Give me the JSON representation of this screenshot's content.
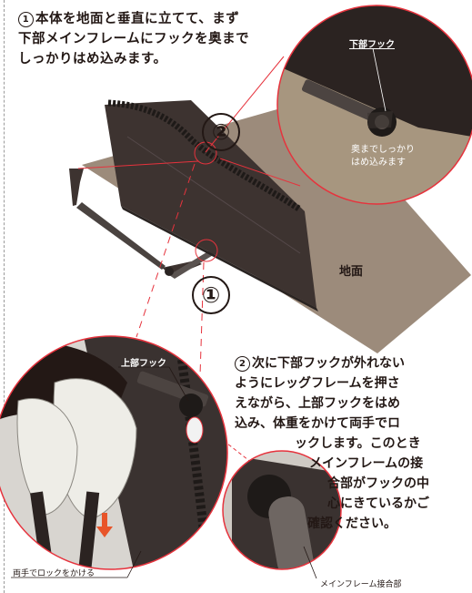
{
  "step1": {
    "badge": "1",
    "text": "本体を地面と垂直に立てて、まず下部メインフレームにフックを奥までしっかりはめ込みます。"
  },
  "step2": {
    "badge": "2",
    "lines": [
      "次に下部フックが外れない",
      "ようにレッグフレームを押さ",
      "えながら、上部フックをはめ",
      "込み、体重をかけて両手でロ",
      "ックします。このとき",
      "メインフレームの接",
      "合部がフックの中",
      "心にきているかご",
      "確認ください。"
    ]
  },
  "labels": {
    "lower_hook": "下部フック",
    "insert_fully": [
      "奥までしっかり",
      "はめ込みます"
    ],
    "ground": "地面",
    "upper_hook": "上部フック",
    "lock_both_hands": "両手でロックをかける",
    "main_frame_joint": "メインフレーム接合部"
  },
  "markers": {
    "one": "①",
    "two": "②"
  },
  "colors": {
    "ground": "#9c8b7b",
    "panel": "#3d3330",
    "detail_red": "#e6333d",
    "glove": "#eeede7",
    "arrow": "#e8552a"
  }
}
